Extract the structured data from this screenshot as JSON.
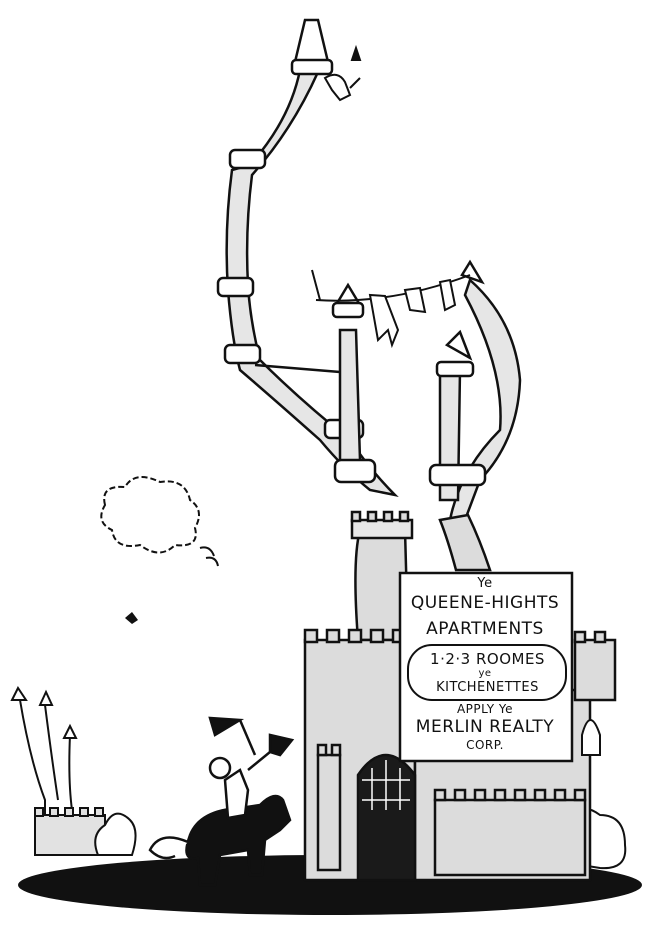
{
  "sign": {
    "ye_top": "Ye",
    "name": "QUEENE-HIGHTS",
    "apartments": "APARTMENTS",
    "rooms": "1·2·3 ROOMES",
    "ye_mid": "ye",
    "kitchenettes": "KITCHENETTES",
    "apply": "APPLY Ye",
    "realty": "MERLIN REALTY",
    "corp": "CORP."
  },
  "colors": {
    "ink": "#111111",
    "paper": "#ffffff",
    "stone": "#dcdcdc"
  }
}
